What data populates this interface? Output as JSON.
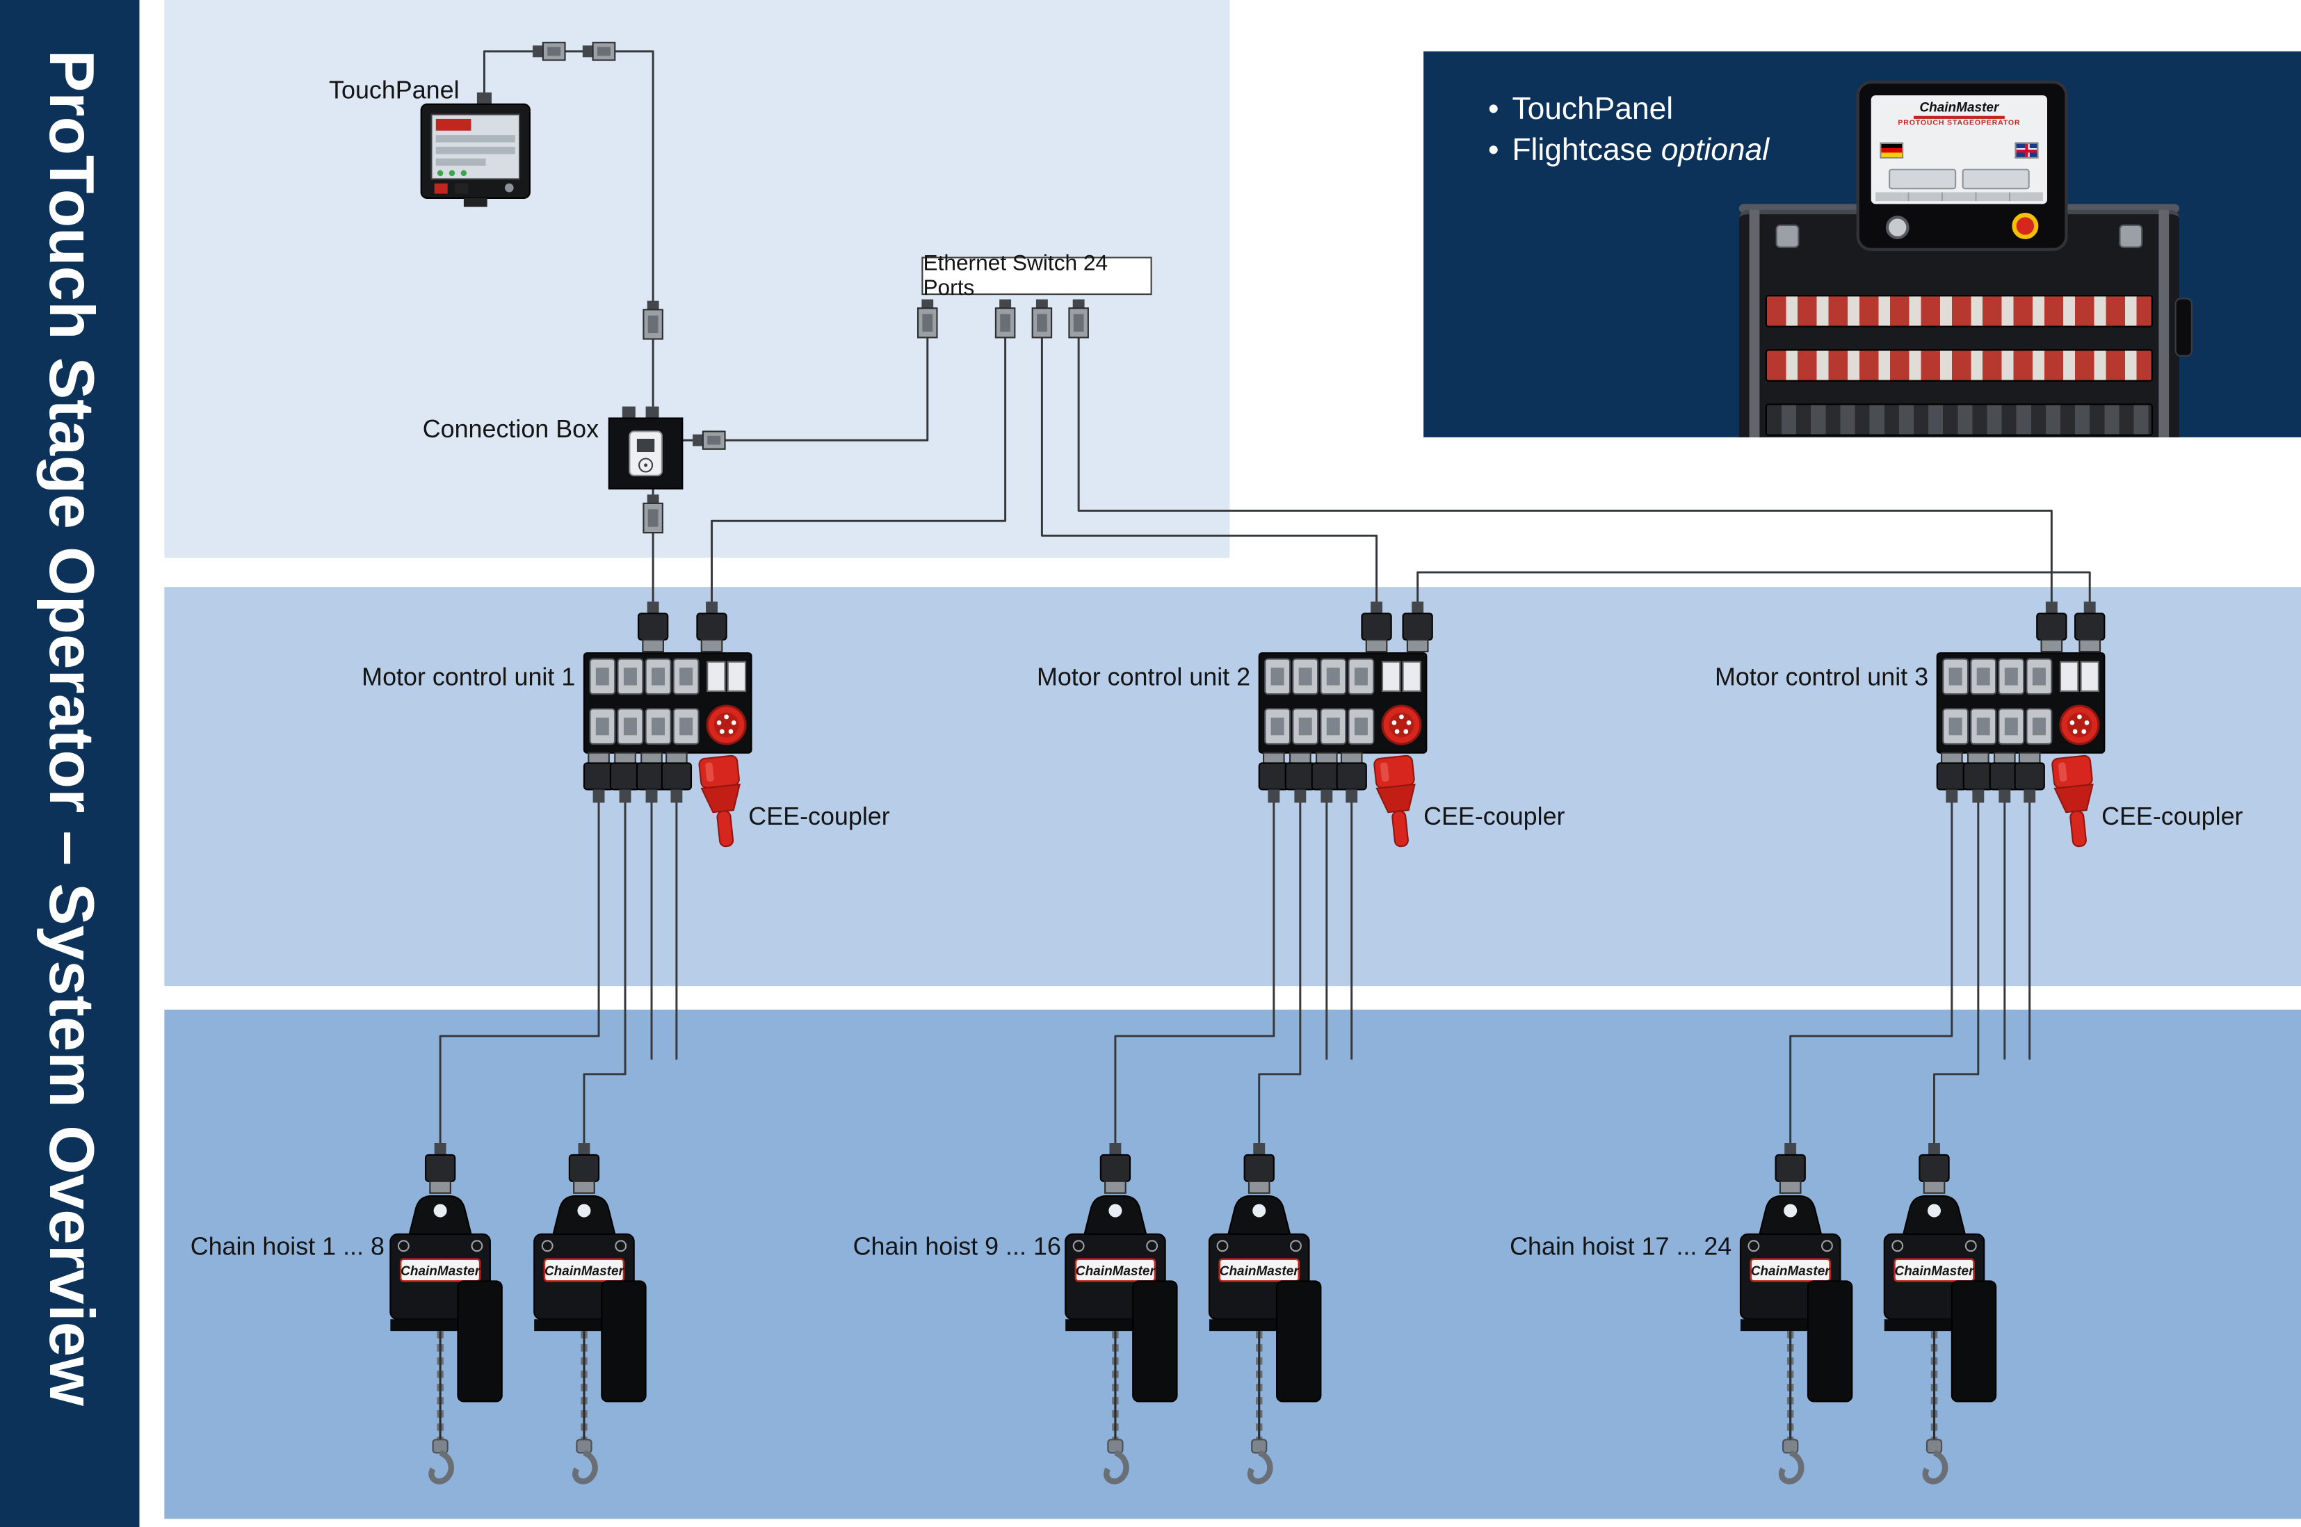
{
  "sidebar": {
    "title": "ProTouch Stage Operator – System Overview"
  },
  "info_box": {
    "bullet": "•",
    "items": [
      {
        "label": "TouchPanel",
        "suffix": ""
      },
      {
        "label": "Flightcase",
        "suffix": "optional"
      }
    ]
  },
  "diagram": {
    "touch_panel_label": "TouchPanel",
    "connection_box_label": "Connection Box",
    "ethernet_switch_label": "Ethernet Switch 24 Ports",
    "motor_units": [
      {
        "label": "Motor control unit 1"
      },
      {
        "label": "Motor control unit 2"
      },
      {
        "label": "Motor control unit 3"
      }
    ],
    "cee_coupler_label": "CEE-coupler",
    "hoist_groups": [
      {
        "label": "Chain hoist 1 ... 8"
      },
      {
        "label": "Chain hoist 9 ... 16"
      },
      {
        "label": "Chain hoist 17 ... 24"
      }
    ]
  },
  "brand": {
    "name": "ChainMaster",
    "subtitle": "PROTOUCH STAGEOPERATOR"
  },
  "colors": {
    "navy": "#0d3259",
    "band_top": "#dde8f4",
    "band_mid": "#b8cde8",
    "band_bottom": "#8fb2da",
    "accent_red": "#d6261d"
  }
}
